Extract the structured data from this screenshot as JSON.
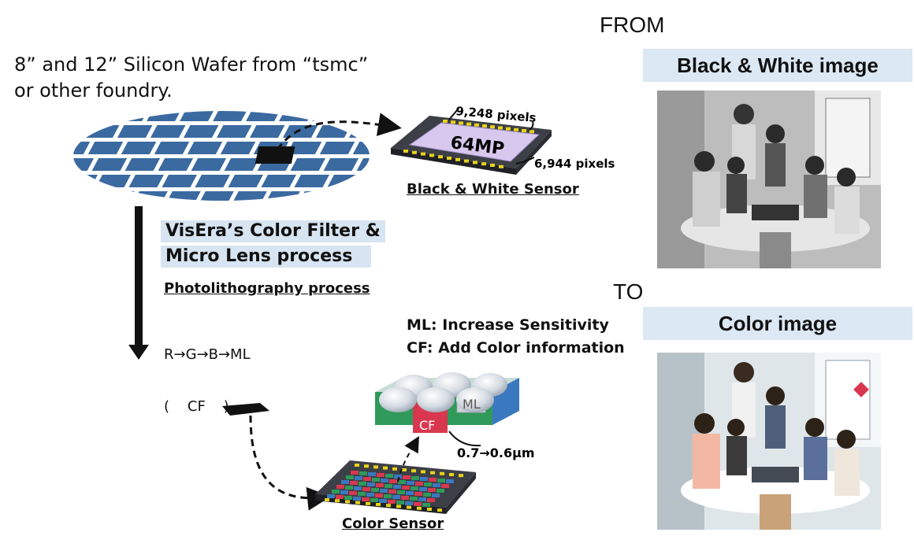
{
  "wafer": {
    "line1": "8” and 12” Silicon Wafer from “tsmc”",
    "line2": "or other foundry."
  },
  "bw_sensor": {
    "width_label": "9,248 pixels",
    "chip_label": "64MP",
    "height_label": "6,944 pixels",
    "caption": "Black & White Sensor"
  },
  "process": {
    "line1": "VisEra’s Color Filter &",
    "line2": "Micro Lens process",
    "photo_title": "Photolithography process",
    "sequence": "R→G→B→ML",
    "sequence_sub": "(    CF    )"
  },
  "notes": {
    "ml": "ML: Increase Sensitivity",
    "cf": "CF: Add Color information"
  },
  "lens": {
    "ml_label": "ML",
    "cf_label": "CF",
    "size_label": "0.7→0.6μm"
  },
  "color_sensor": {
    "caption": "Color Sensor"
  },
  "comparison": {
    "from_label": "FROM",
    "bw_header": "Black & White image",
    "to_label": "TO",
    "color_header": "Color image"
  },
  "colors": {
    "wafer_blue": "#3b6aa0",
    "header_band": "#dce8f4",
    "chip_purple": "#d9c8ee",
    "cf_red": "#d9374f",
    "cf_green": "#2f9a5a",
    "cf_blue": "#3a78c0"
  }
}
